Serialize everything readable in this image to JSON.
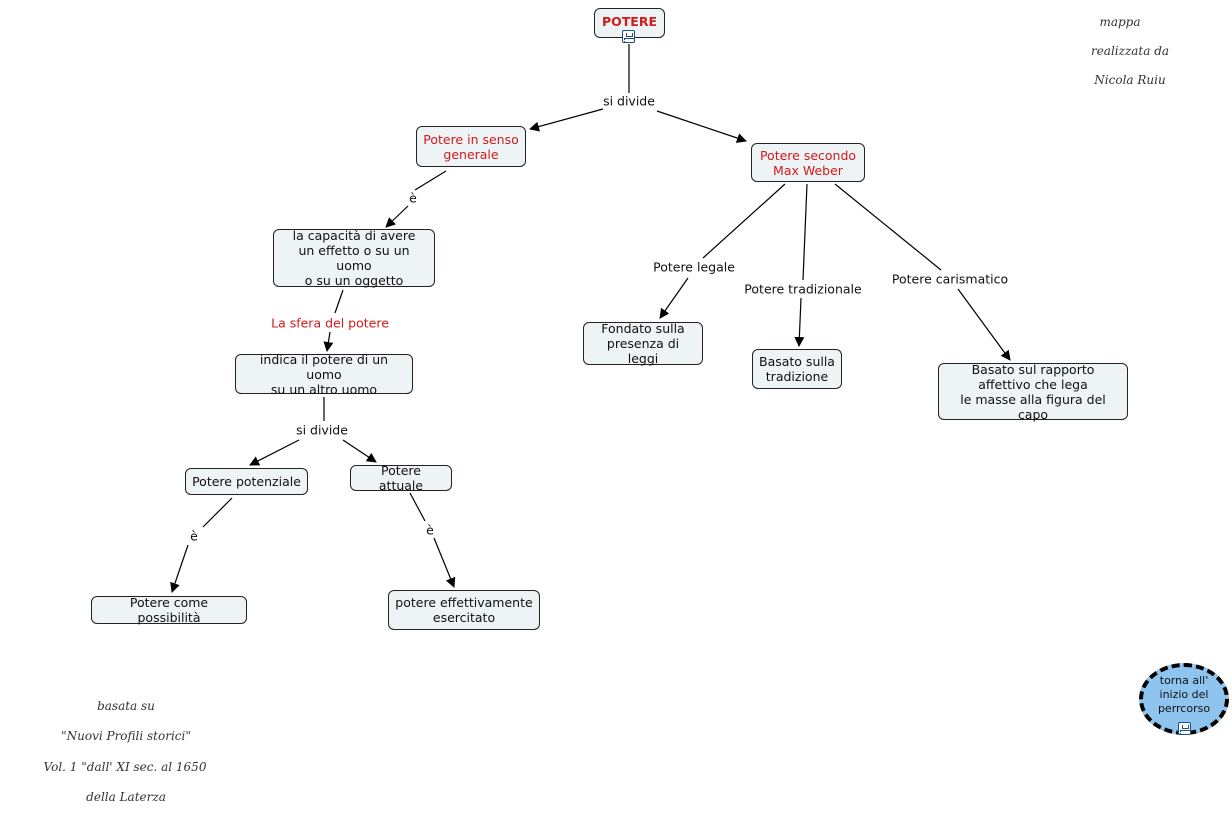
{
  "nodes": {
    "root": "POTERE",
    "generale": "Potere in senso\ngenerale",
    "weber": "Potere secondo\nMax Weber",
    "capacita": "la capacità di avere\nun effetto o su un uomo\no su un oggetto",
    "indica": "indica il potere di un uomo\nsu un altro uomo",
    "potenziale": "Potere potenziale",
    "attuale": "Potere attuale",
    "possibilita": "Potere come possibilità",
    "effettivo": "potere effettivamente\nesercitato",
    "leggi": "Fondato sulla\npresenza di leggi",
    "tradizione": "Basato sulla\ntradizione",
    "rapporto": "Basato sul rapporto\naffettivo che lega\nle masse alla figura del capo"
  },
  "links": {
    "si_divide_top": "si divide",
    "e_1": "è",
    "sfera": "La sfera del potere",
    "si_divide_mid": "si divide",
    "e_2": "è",
    "e_3": "è",
    "legale": "Potere legale",
    "tradizionale": "Potere tradizionale",
    "carismatico": "Potere carismatico"
  },
  "notes": {
    "author_1": "mappa",
    "author_2": "realizzata da",
    "author_3": "Nicola Ruiu",
    "source_1": "basata su",
    "source_2": "\"Nuovi Profili storici\"",
    "source_3": "Vol. 1 \"dall' XI sec. al 1650",
    "source_4": "della Laterza"
  },
  "back_button": "torna all'\ninizio del\nperrcorso",
  "icons": [
    "concept-map-icon",
    "concept-map-icon"
  ],
  "colors": {
    "node_fill": "#eef3f6",
    "highlight_text": "#d11a1a",
    "back_fill": "#8ec4ee"
  }
}
